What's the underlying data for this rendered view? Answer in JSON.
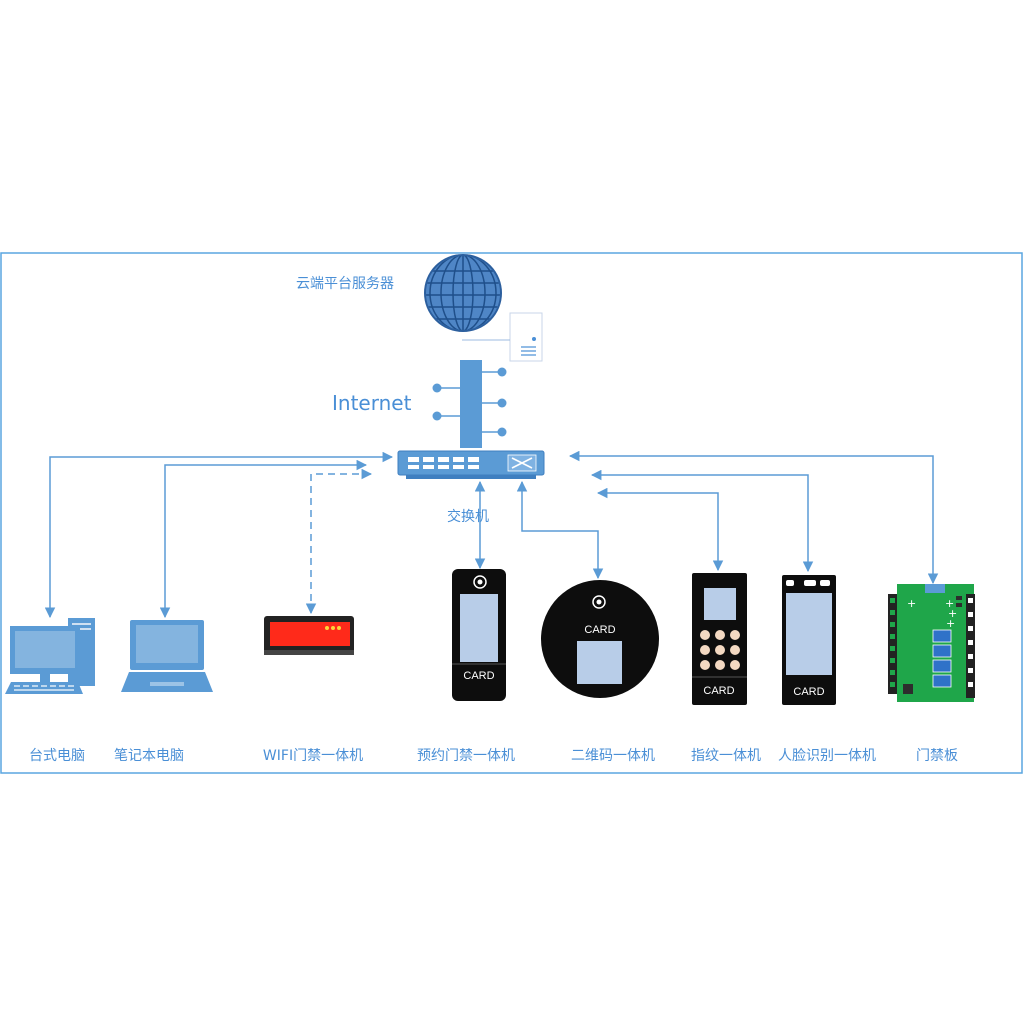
{
  "colors": {
    "frame": "#5aa6e0",
    "accent": "#4a8fd6",
    "device_blue": "#5b9bd5",
    "device_dark": "#0d0d0d",
    "screen": "#b8cde8",
    "board_green": "#1fa64a",
    "display_red": "#ff2a1a"
  },
  "labels": {
    "cloud_server": "云端平台服务器",
    "internet": "Internet",
    "switch": "交换机"
  },
  "devices": [
    {
      "id": "desktop",
      "label": "台式电脑",
      "icon": "desktop-computer-icon"
    },
    {
      "id": "laptop",
      "label": "笔记本电脑",
      "icon": "laptop-icon"
    },
    {
      "id": "wifi",
      "label": "WIFI门禁一体机",
      "icon": "wifi-access-terminal-icon"
    },
    {
      "id": "reserve",
      "label": "预约门禁一体机",
      "icon": "reservation-terminal-icon",
      "card_text": "CARD"
    },
    {
      "id": "qrcode",
      "label": "二维码一体机",
      "icon": "qr-code-reader-icon",
      "card_text": "CARD"
    },
    {
      "id": "fingerprint",
      "label": "指纹一体机",
      "icon": "fingerprint-terminal-icon",
      "card_text": "CARD"
    },
    {
      "id": "face",
      "label": "人脸识别一体机",
      "icon": "face-recognition-terminal-icon",
      "card_text": "CARD"
    },
    {
      "id": "board",
      "label": "门禁板",
      "icon": "access-control-board-icon"
    }
  ]
}
